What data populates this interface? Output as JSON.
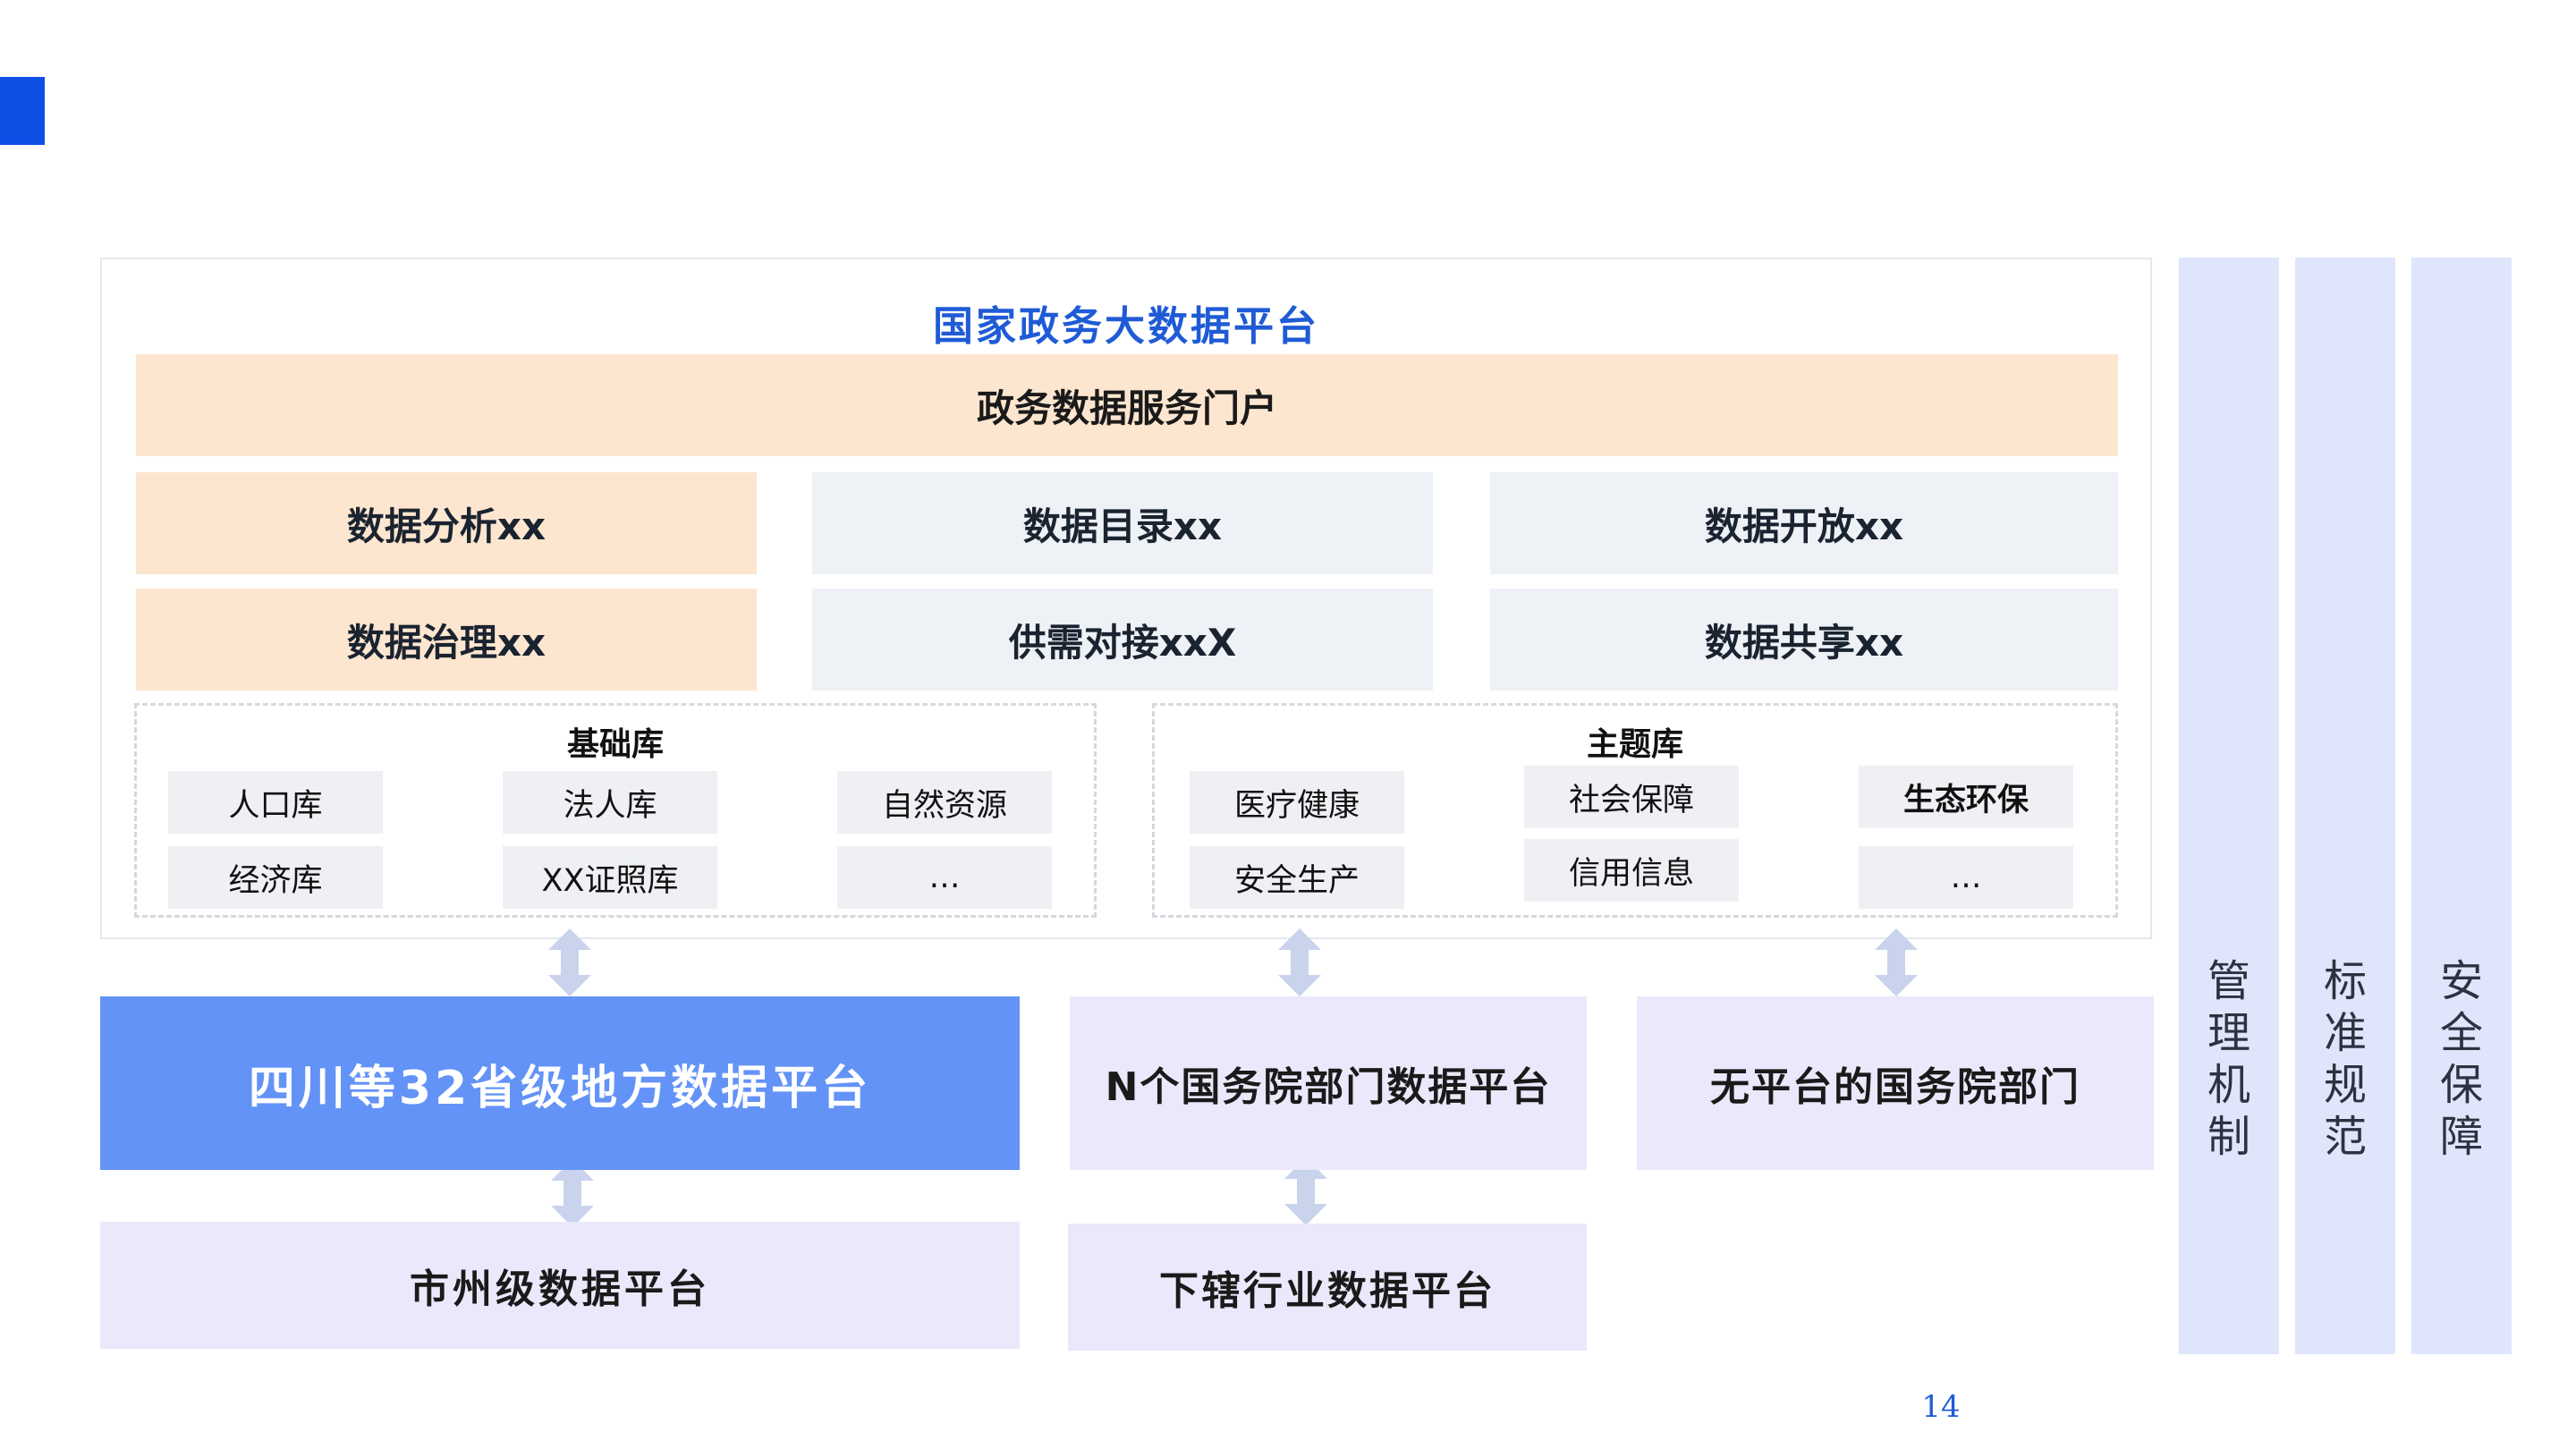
{
  "platform_title": "国家政务大数据平台",
  "portal": "政务数据服务门户",
  "services": {
    "analysis": "数据分析xx",
    "catalog": "数据目录xx",
    "open": "数据开放xx",
    "governance": "数据治理xx",
    "matching": "供需对接xxX",
    "sharing": "数据共享xx"
  },
  "base_lib": {
    "title": "基础库",
    "items": [
      "人口库",
      "法人库",
      "自然资源",
      "经济库",
      "XX证照库",
      "…"
    ]
  },
  "theme_lib": {
    "title": "主题库",
    "items": [
      "医疗健康",
      "社会保障",
      "生态环保",
      "安全生产",
      "信用信息",
      "…"
    ]
  },
  "platforms": {
    "provincial": "四川等32省级地方数据平台",
    "departments": "N个国务院部门数据平台",
    "no_platform": "无平台的国务院部门",
    "city": "市州级数据平台",
    "industry": "下辖行业数据平台"
  },
  "side_bars": [
    {
      "chars": [
        "管",
        "理",
        "机",
        "制"
      ]
    },
    {
      "chars": [
        "标",
        "准",
        "规",
        "范"
      ]
    },
    {
      "chars": [
        "安",
        "全",
        "保",
        "障"
      ]
    }
  ],
  "page_number": "14",
  "colors": {
    "accent_blue": "#0e4fe6",
    "title_blue": "#1f5bd6",
    "platform_blue": "#6393f7",
    "orange_fill": "#fde6cf",
    "grey_fill": "#eef1f6",
    "lavender_fill": "#ebe8fb",
    "side_fill": "#dfe6fb",
    "arrow_fill": "#c9d3ec"
  },
  "icons": {
    "connector": "double-arrow-vertical-icon"
  }
}
